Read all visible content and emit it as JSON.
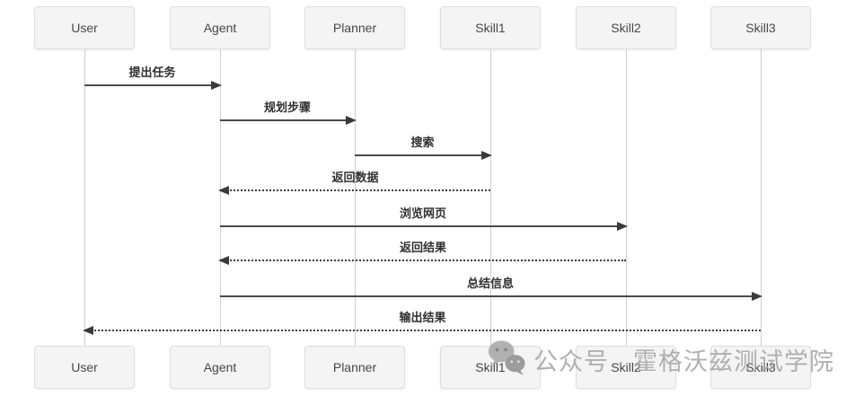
{
  "diagram": {
    "participants": [
      {
        "label": "User"
      },
      {
        "label": "Agent"
      },
      {
        "label": "Planner"
      },
      {
        "label": "Skill1"
      },
      {
        "label": "Skill2"
      },
      {
        "label": "Skill3"
      }
    ],
    "messages": [
      {
        "label": "提出任务",
        "from": "User",
        "to": "Agent",
        "line": "solid"
      },
      {
        "label": "规划步骤",
        "from": "Agent",
        "to": "Planner",
        "line": "solid"
      },
      {
        "label": "搜索",
        "from": "Planner",
        "to": "Skill1",
        "line": "solid"
      },
      {
        "label": "返回数据",
        "from": "Skill1",
        "to": "Agent",
        "line": "dashed"
      },
      {
        "label": "浏览网页",
        "from": "Agent",
        "to": "Skill2",
        "line": "solid"
      },
      {
        "label": "返回结果",
        "from": "Skill2",
        "to": "Agent",
        "line": "dashed"
      },
      {
        "label": "总结信息",
        "from": "Agent",
        "to": "Skill3",
        "line": "solid"
      },
      {
        "label": "输出结果",
        "from": "Skill3",
        "to": "User",
        "line": "dashed"
      }
    ]
  },
  "watermark": {
    "icon": "wechat-icon",
    "text": "公众号 · 霍格沃兹测试学院"
  },
  "colors": {
    "box_fill": "#f4f4f4",
    "box_border": "#dedede",
    "lifeline": "#cfcfcf",
    "arrow": "#3a3a3a",
    "message_text": "#303030",
    "participant_text": "#474747",
    "watermark_text": "#a3a3a3"
  }
}
